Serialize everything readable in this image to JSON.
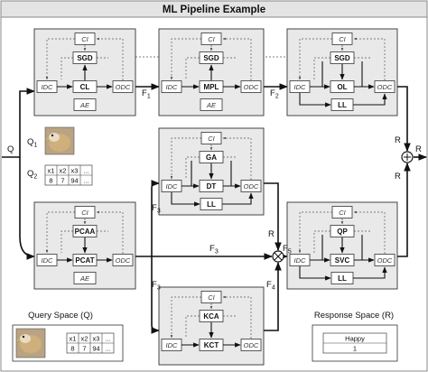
{
  "title": "ML Pipeline Example",
  "stage_labels": {
    "ci": "CI",
    "idc": "IDC",
    "odc": "ODC",
    "ae": "AE"
  },
  "stages": [
    {
      "id": "s1",
      "ops": [
        "SGD",
        "CL"
      ]
    },
    {
      "id": "s2",
      "ops": [
        "SGD",
        "MPL"
      ]
    },
    {
      "id": "s3",
      "ops": [
        "SGD",
        "OL",
        "LL"
      ]
    },
    {
      "id": "s4",
      "ops": [
        "GA",
        "DT",
        "LL"
      ]
    },
    {
      "id": "s5",
      "ops": [
        "PCAA",
        "PCAT"
      ]
    },
    {
      "id": "s6",
      "ops": [
        "QP",
        "SVC",
        "LL"
      ]
    },
    {
      "id": "s7",
      "ops": [
        "KCA",
        "KCT"
      ]
    }
  ],
  "edges": {
    "q": "Q",
    "q1": {
      "main": "Q",
      "sub": "1"
    },
    "q2": {
      "main": "Q",
      "sub": "2"
    },
    "f1": {
      "main": "F",
      "sub": "1"
    },
    "f2": {
      "main": "F",
      "sub": "2"
    },
    "f3": {
      "main": "F",
      "sub": "3"
    },
    "f4": {
      "main": "F",
      "sub": "4"
    },
    "f5": {
      "main": "F",
      "sub": "5"
    },
    "r": "R"
  },
  "q2_table": {
    "header": [
      "x1",
      "x2",
      "x3",
      "..."
    ],
    "row": [
      "8",
      "7",
      "94",
      "..."
    ]
  },
  "query_space": {
    "caption": "Query Space (Q)",
    "table": {
      "header": [
        "x1",
        "x2",
        "x3",
        "..."
      ],
      "row": [
        "8",
        "7",
        "94",
        "..."
      ]
    }
  },
  "response_space": {
    "caption": "Response Space (R)",
    "header": "Happy",
    "value": "1"
  },
  "colors": {
    "stage_fill": "#e9e9e9",
    "box_fill": "#ffffff",
    "line": "#111111",
    "dashed": "#555555",
    "title_bar": "#e4e4e4",
    "bird_body": "#cfb07c"
  }
}
